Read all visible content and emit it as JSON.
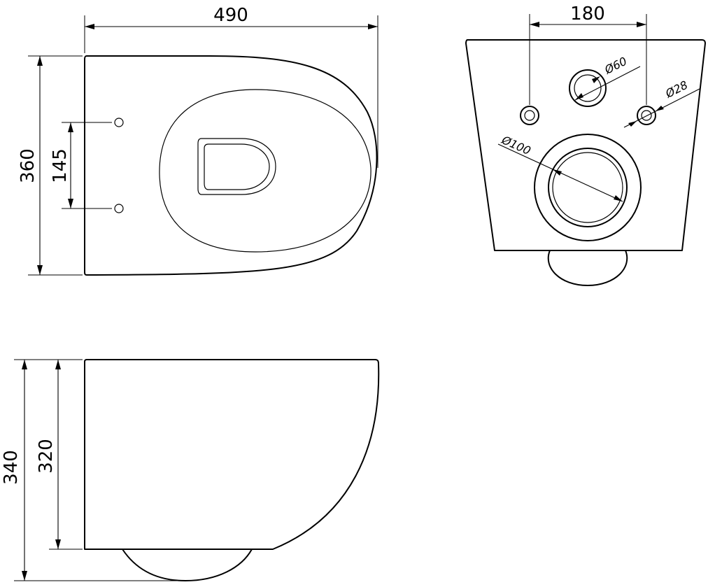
{
  "top_view": {
    "width_label": "490",
    "depth_label": "360",
    "hole_spacing_label": "145"
  },
  "rear_view": {
    "bolt_spacing_label": "180",
    "inlet_label": "Ø60",
    "bolt_label": "Ø28",
    "outlet_label": "Ø100"
  },
  "side_view": {
    "total_height_label": "340",
    "body_height_label": "320"
  }
}
